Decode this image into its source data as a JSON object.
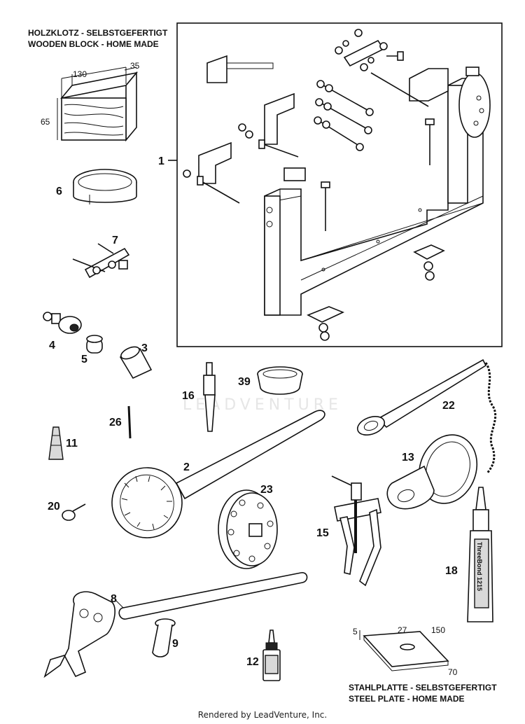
{
  "watermark": "LEADVENTURE",
  "footer": "Rendered by LeadVenture, Inc.",
  "captions": {
    "wooden_block_de": "HOLZKLOTZ - SELBSTGEFERTIGT",
    "wooden_block_en": "WOODEN BLOCK - HOME MADE",
    "steel_plate_de": "STAHLPLATTE - SELBSTGEFERTIGT",
    "steel_plate_en": "STEEL PLATE - HOME MADE"
  },
  "dimensions": {
    "block_length": "130",
    "block_depth": "35",
    "block_height": "65",
    "plate_thickness": "5",
    "plate_hole": "27",
    "plate_length": "150",
    "plate_width": "70"
  },
  "sealant_label": "ThreeBond 1215",
  "callouts": {
    "p1": "1",
    "p2": "2",
    "p3": "3",
    "p4": "4",
    "p5": "5",
    "p6": "6",
    "p7": "7",
    "p8": "8",
    "p9": "9",
    "p11": "11",
    "p12": "12",
    "p13": "13",
    "p15": "15",
    "p16": "16",
    "p18": "18",
    "p20": "20",
    "p22": "22",
    "p23": "23",
    "p26": "26",
    "p39": "39"
  }
}
